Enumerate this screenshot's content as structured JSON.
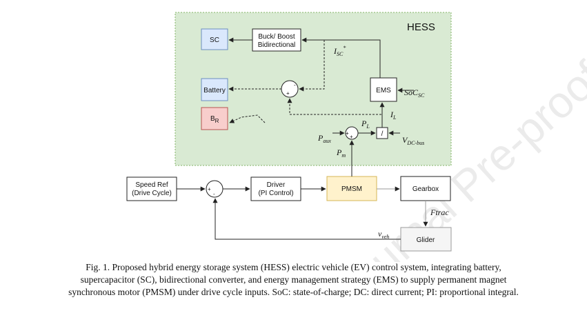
{
  "hess": {
    "title": "HESS"
  },
  "blocks": {
    "sc": "SC",
    "buck_boost_line1": "Buck/ Boost",
    "buck_boost_line2": "Bidirectional",
    "battery": "Battery",
    "br_main": "B",
    "br_sub": "R",
    "ems": "EMS",
    "speed_ref_line1": "Speed Ref",
    "speed_ref_line2": "(Drive Cycle)",
    "driver_line1": "Driver",
    "driver_line2": "(PI Control)",
    "pmsm": "PMSM",
    "gearbox": "Gearbox",
    "glider": "Glider",
    "divide": "/"
  },
  "signals": {
    "isc_main": "I",
    "isc_sub": "SC",
    "isc_sup": "*",
    "soc_main": "SoC",
    "soc_sub": "SC",
    "il_main": "I",
    "il_sub": "L",
    "pl_main": "P",
    "pl_sub": "L",
    "paux_main": "P",
    "paux_sub": "aux",
    "pm_main": "P",
    "pm_sub": "m",
    "vdc_main": "V",
    "vdc_sub": "DC-bus",
    "ftrac": "Ftrac",
    "vveh_main": "v",
    "vveh_sub": "veh"
  },
  "signs": {
    "plus": "+",
    "minus": "-"
  },
  "watermark": "Journal Pre-proof",
  "caption": {
    "line1": "Fig. 1. Proposed hybrid energy storage system (HESS) electric vehicle (EV) control system, integrating battery,",
    "line2": "supercapacitor (SC), bidirectional converter, and energy management strategy (EMS) to supply permanent magnet",
    "line3": "synchronous motor (PMSM) under drive cycle inputs. SoC: state-of-charge; DC: direct current; PI: proportional integral."
  },
  "colors": {
    "hess_bg": "#d9ead3",
    "hess_border": "#82b366",
    "sc_fill": "#dae8fc",
    "sc_border": "#6c8ebf",
    "br_fill": "#f8cecc",
    "br_border": "#b85450",
    "pmsm_fill": "#fff2cc",
    "pmsm_border": "#d6b656",
    "glider_fill": "#f5f5f5",
    "glider_border": "#999999"
  }
}
